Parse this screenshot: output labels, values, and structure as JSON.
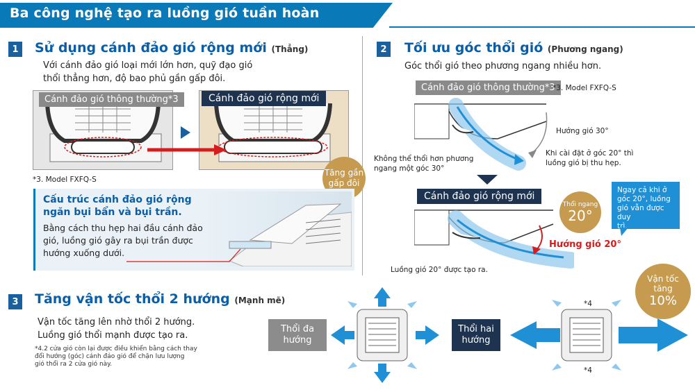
{
  "header": {
    "title": "Ba công nghệ tạo ra luồng gió tuần hoàn"
  },
  "section1": {
    "number": "1",
    "title": "Sử dụng cánh đảo gió rộng mới",
    "subtitle": "(Thẳng)",
    "desc_line1": "Với cánh đảo gió loại mới lớn hơn, quỹ đạo gió",
    "desc_line2": "thổi thẳng hơn, độ bao phủ gần gấp đôi.",
    "label_normal": "Cánh đảo gió thông thường*3",
    "label_new": "Cánh đảo gió rộng mới",
    "footnote": "*3.  Model FXFQ-S",
    "badge_line1": "Tăng gần",
    "badge_line2": "gấp đôi",
    "structure_title_line1": "Cấu trúc cánh đảo gió rộng",
    "structure_title_line2": "ngăn bụi bẩn và bụi trần.",
    "structure_desc_line1": "Bằng cách thu hẹp hai đầu cánh đảo",
    "structure_desc_line2": "gió, luồng gió gây ra bụi trần được",
    "structure_desc_line3": "hướng xuống dưới."
  },
  "section2": {
    "number": "2",
    "title": "Tối ưu góc thổi gió",
    "subtitle": "(Phương ngang)",
    "desc": "Góc thổi gió theo phương ngang nhiều hơn.",
    "label_normal": "Cánh đảo gió thông thường*3",
    "footnote": "*3. Model FXFQ-S",
    "angle30": "Hướng gió 30°",
    "note_20_line1": "Khi cài đặt ở góc 20° thì",
    "note_20_line2": "luồng gió bị thu hẹp.",
    "cannot_line1": "Không thể thổi hơn phương",
    "cannot_line2": "ngang một  góc 30°",
    "label_new": "Cánh đảo gió rộng mới",
    "circle_small": "Thổi ngang",
    "circle_big": "20°",
    "blue_line1": "Ngay cả khi ở",
    "blue_line2": "góc 20°, luồng",
    "blue_line3": "gió vẫn được duy",
    "blue_line4": "trì.",
    "angle20": "Hướng gió 20°",
    "result": "Luồng gió 20° được tạo ra."
  },
  "section3": {
    "number": "3",
    "title": "Tăng vận tốc thổi 2 hướng",
    "subtitle": "(Mạnh mẽ)",
    "desc_line1": "Vận tốc tăng lên nhờ thổi 2 hướng.",
    "desc_line2": "Luồng gió thổi mạnh được tạo ra.",
    "note_line1": "*4.2 cửa gió còn lại được điều khiển bằng cách thay",
    "note_line2": "đổi hướng (góc) cánh đảo gió để chặn lưu lượng",
    "note_line3": "gió thổi ra 2 cửa gió này.",
    "multi_line1": "Thổi đa",
    "multi_line2": "hướng",
    "two_line1": "Thổi hai",
    "two_line2": "hướng",
    "mark_top": "*4",
    "mark_bottom": "*4",
    "speed_line1": "Vận tốc",
    "speed_line2": "tăng",
    "speed_value": "10%"
  },
  "colors": {
    "primary": "#0a79b8",
    "navy": "#1d3350",
    "gold": "#c69a4f",
    "red": "#d61c1c",
    "light_blue": "#1f8fd6"
  }
}
